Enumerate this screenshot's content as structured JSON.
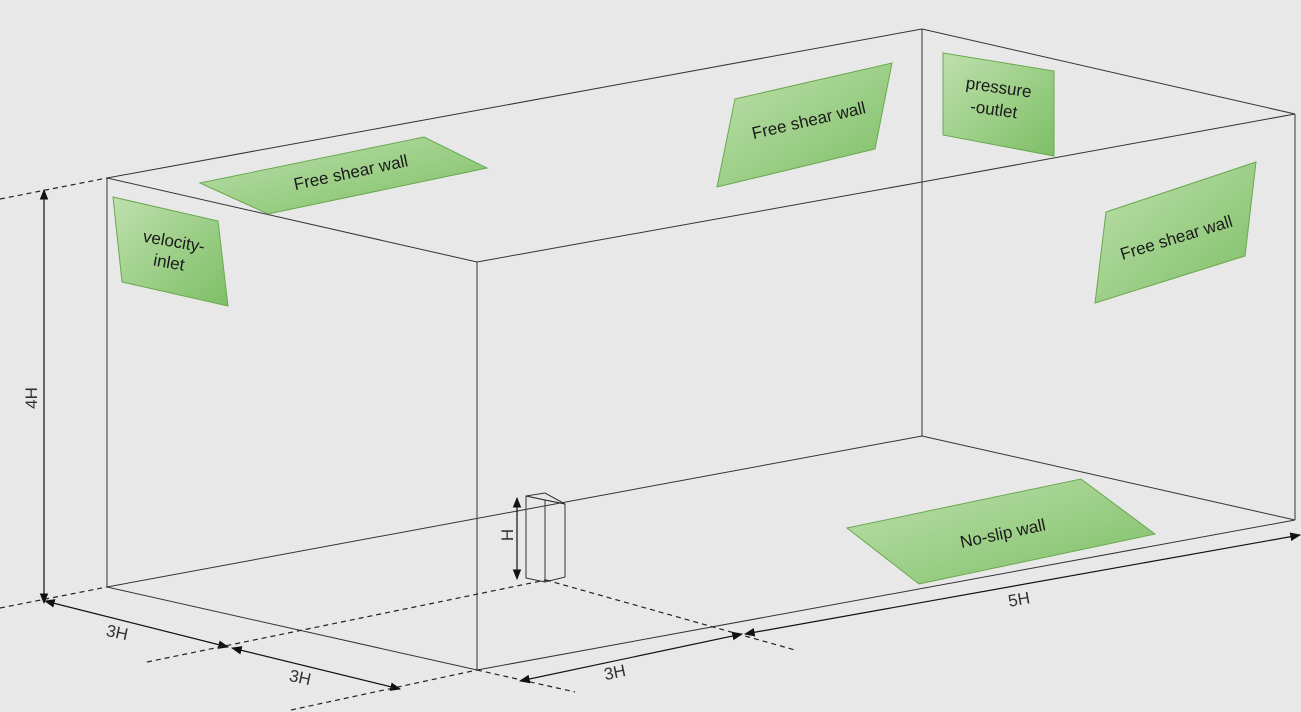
{
  "colors": {
    "background": "#e8e8e8",
    "patch_fill_light": "#b6d8a2",
    "patch_fill_dark": "#7fbf68",
    "patch_stroke": "#6aa84f",
    "edge": "#333333"
  },
  "boundaries": {
    "top_left": "Free shear wall",
    "top_right": "Free shear wall",
    "outlet_line1": "pressure",
    "outlet_line2": "-outlet",
    "inlet_line1": "velocity-",
    "inlet_line2": "inlet",
    "side_right": "Free shear wall",
    "bottom": "No-slip wall"
  },
  "dimensions": {
    "height": "4H",
    "building_height": "H",
    "upstream_width_1": "3H",
    "upstream_width_2": "3H",
    "upstream_length": "3H",
    "total_length": "5H"
  }
}
